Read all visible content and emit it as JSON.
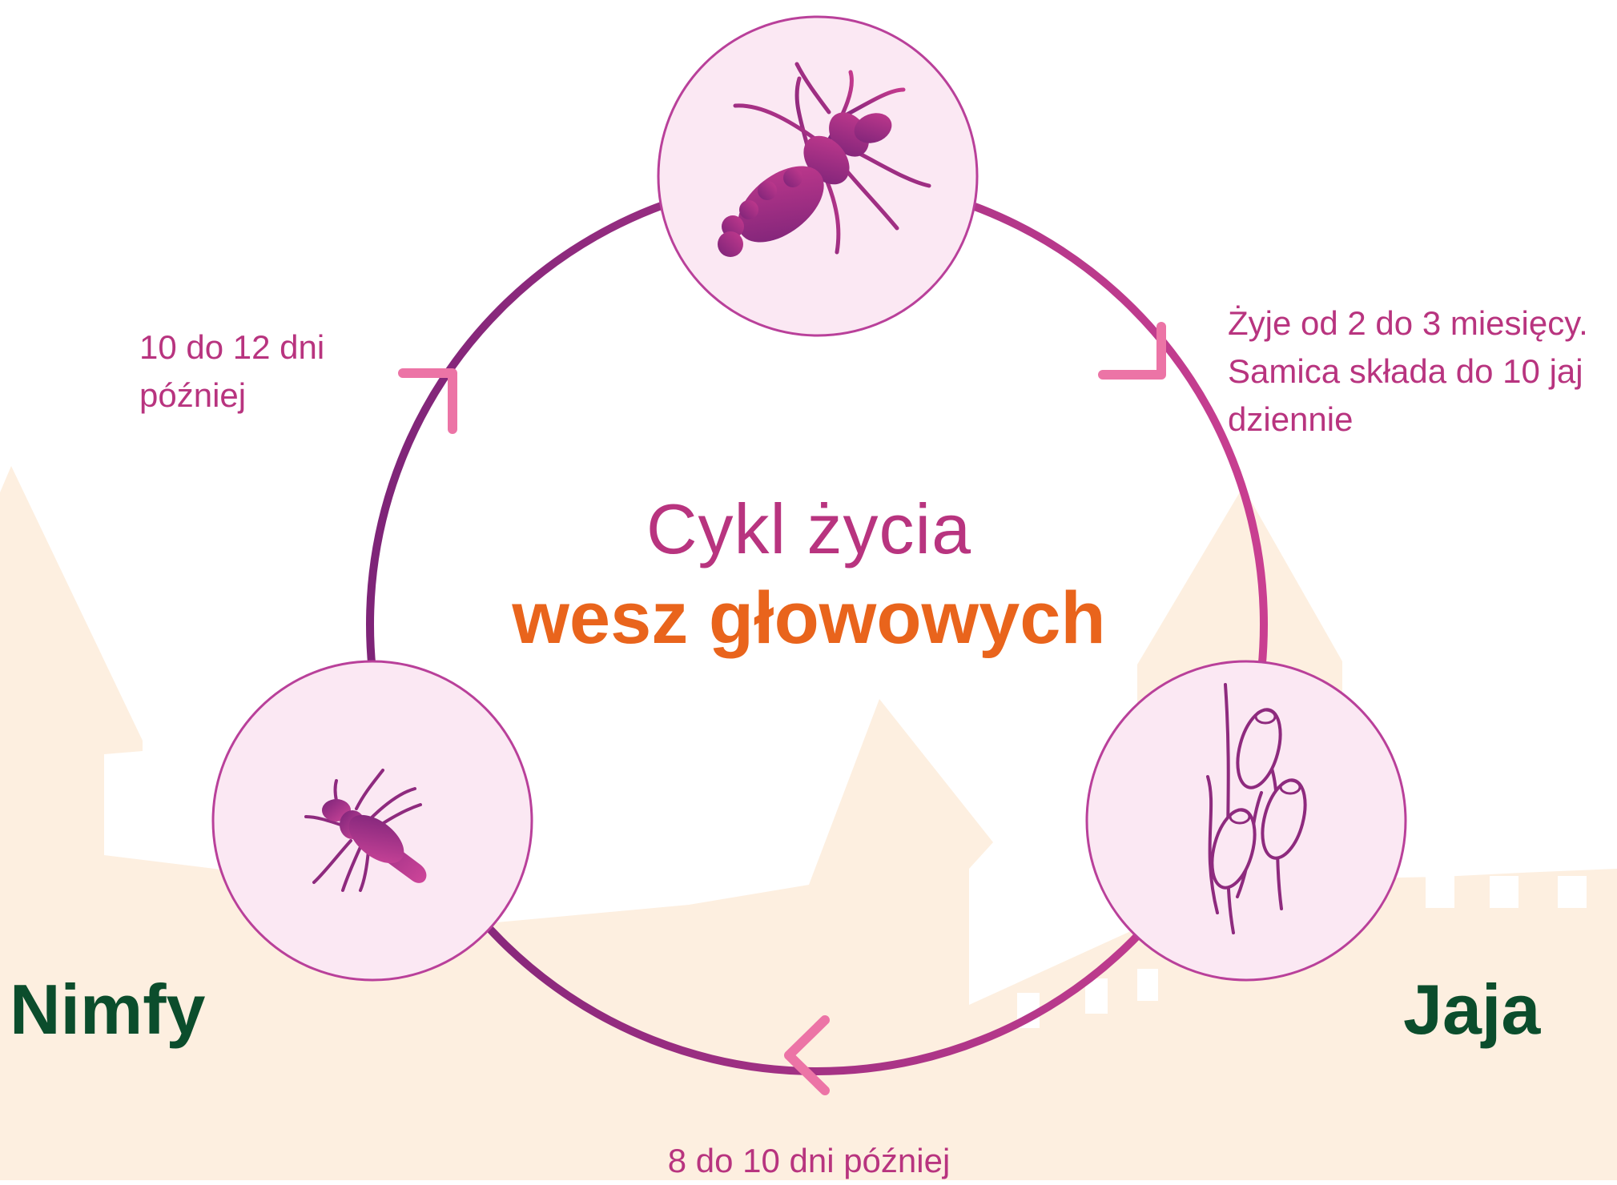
{
  "title": {
    "line1": "Cykl życia",
    "line2": "wesz głowowych"
  },
  "stages": {
    "adult": {
      "icon": "adult-louse-icon"
    },
    "eggs": {
      "label": "Jaja",
      "icon": "nits-on-hair-icon"
    },
    "nymphs": {
      "label": "Nimfy",
      "icon": "nymph-louse-icon"
    }
  },
  "notes": {
    "adult_to_eggs": [
      "Żyje od 2 do 3 miesięcy.",
      "Samica składa do 10 jaj",
      "dziennie"
    ],
    "eggs_to_nymphs": "8 do 10 dni później",
    "nymphs_to_adult": [
      "10 do 12 dni",
      "później"
    ]
  },
  "colors": {
    "cycle_purple": "#8e2a7e",
    "cycle_pink": "#c1408d",
    "arrow_pink": "#ec74a6",
    "circle_fill": "#fbe8f3",
    "background_shapes": "#fdefe0",
    "title_pink": "#b8347f",
    "title_orange": "#e9641c",
    "label_green": "#0b4d2c"
  }
}
